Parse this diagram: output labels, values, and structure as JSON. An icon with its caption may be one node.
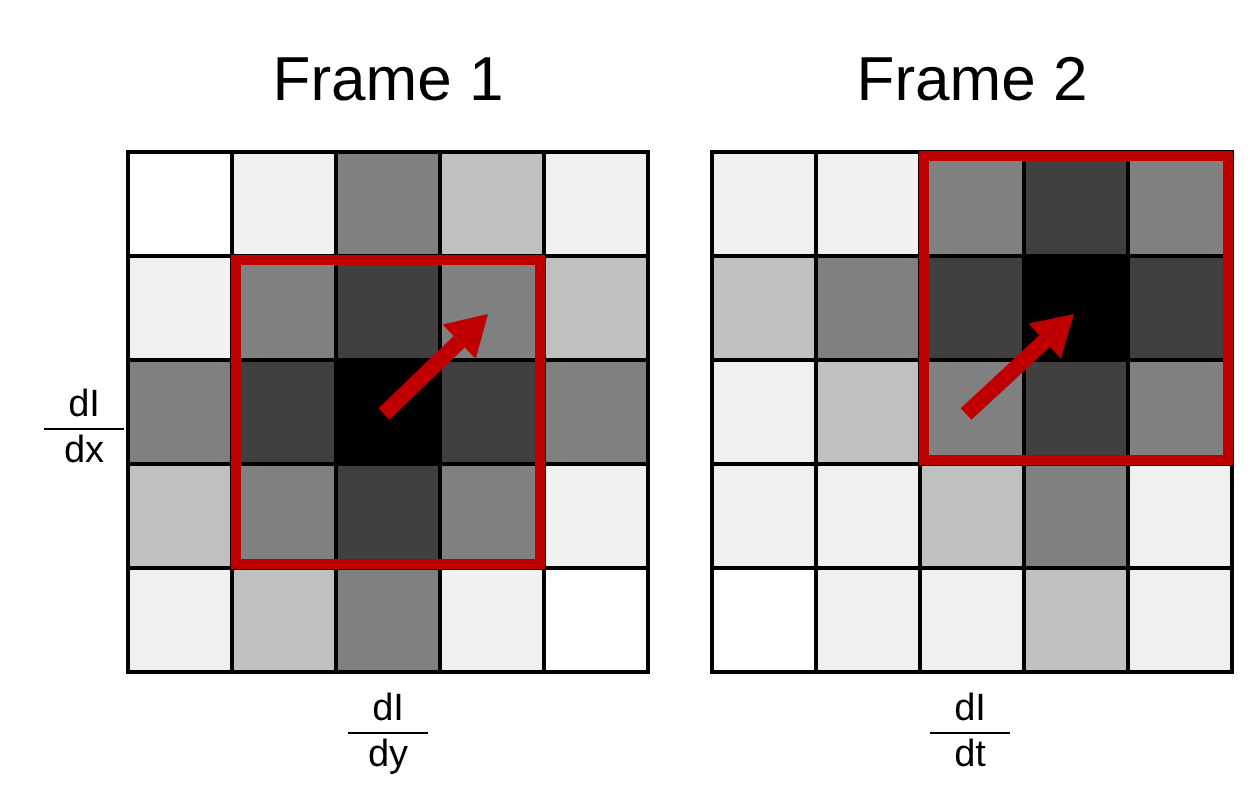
{
  "diagram": {
    "nodes": [
      {
        "text": [
          "Frame 1"
        ]
      },
      {
        "text": [
          "Frame 2"
        ]
      }
    ],
    "labels": [
      "dI",
      "dx",
      "dI",
      "dy",
      "dI",
      "dt"
    ]
  }
}
